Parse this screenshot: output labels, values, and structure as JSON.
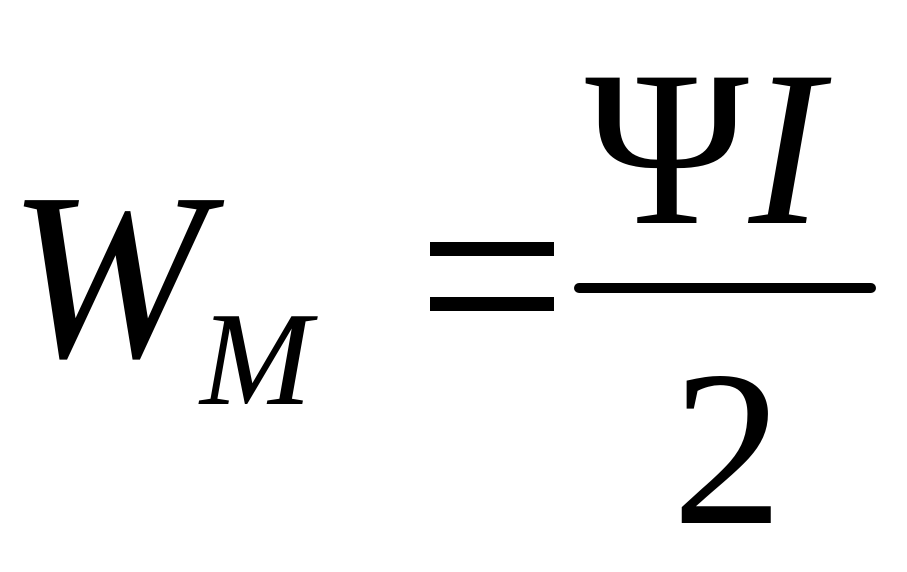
{
  "formula": {
    "lhs_symbol": "W",
    "lhs_subscript": "M",
    "numerator_flux": "Ψ",
    "numerator_current": "I",
    "denominator": "2"
  }
}
